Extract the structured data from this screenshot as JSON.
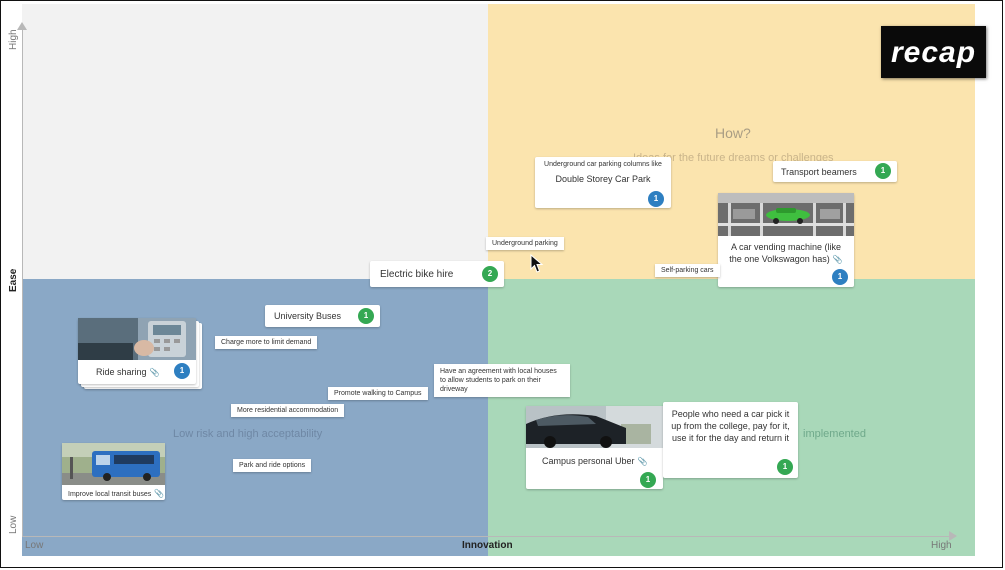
{
  "logo": {
    "text": "recap"
  },
  "axes": {
    "y_title": "Ease",
    "y_high": "High",
    "y_low": "Low",
    "x_title": "Innovation",
    "x_low": "Low",
    "x_high": "High"
  },
  "quadrants": {
    "top_right_title": "How?",
    "top_right_subtitle": "Ideas for the future dreams or challenges",
    "bottom_left_note": "Low risk and high acceptability",
    "bottom_right_note": "implemented"
  },
  "cards": {
    "double_storey": {
      "caption": "Underground car parking columns like",
      "title": "Double Storey Car Park",
      "count": "1"
    },
    "transport_beamers": {
      "title": "Transport beamers",
      "count": "1"
    },
    "car_vending": {
      "title": "A car vending machine (like the one Volkswagon has)",
      "count": "1"
    },
    "electric_bike": {
      "title": "Electric bike hire",
      "count": "2"
    },
    "university_buses": {
      "title": "University Buses",
      "count": "1"
    },
    "ride_sharing": {
      "title": "Ride sharing",
      "count": "1"
    },
    "campus_uber": {
      "title": "Campus personal Uber",
      "count": "1"
    },
    "car_pick": {
      "title": "People who need a car pick it up from the college, pay for it, use it for the day and return it",
      "count": "1"
    },
    "local_transit": {
      "title": "Improve local transit buses"
    }
  },
  "tags": {
    "underground_parking": "Underground parking",
    "self_parking": "Self-parking cars",
    "charge_more": "Charge more to limit demand",
    "agreement": "Have an agreement with local houses to allow students to park on their driveway",
    "promote_walking": "Promote walking to Campus",
    "residential": "More residential accommodation",
    "park_ride": "Park and ride options"
  },
  "colors": {
    "top_left": "#f2f2f2",
    "top_right": "#fbe4ae",
    "bottom_left": "#8aa8c6",
    "bottom_right": "#a9d8b9",
    "badge_green": "#34a853",
    "badge_blue": "#2e7fc1"
  },
  "icons": {
    "attachment": "paperclip-icon",
    "pointer": "mouse-cursor-icon"
  }
}
